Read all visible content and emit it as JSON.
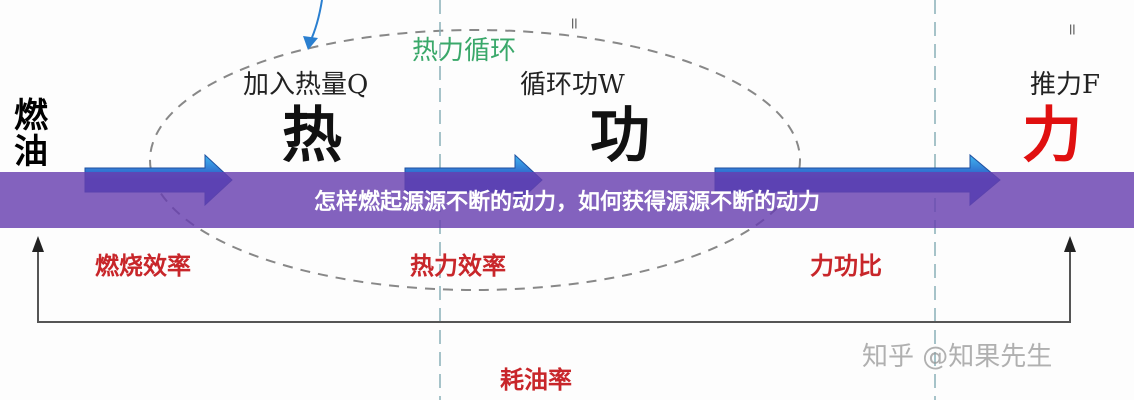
{
  "diagram": {
    "cycle_label": "热力循环",
    "heat_input": "加入热量Q",
    "cycle_work": "循环功W",
    "thrust": "推力F",
    "fuel": "燃油",
    "heat": "热",
    "work": "功",
    "force": "力",
    "combustion_efficiency": "燃烧效率",
    "thermal_efficiency": "热力效率",
    "force_work_ratio": "力功比",
    "fuel_consumption_rate": "耗油率",
    "equals_sign": "="
  },
  "banner": {
    "title": "怎样燃起源源不断的动力，如何获得源源不断的动力"
  },
  "watermark": "知乎 @知果先生",
  "colors": {
    "banner": "#6840b0",
    "arrow": "#2a4fc0",
    "red_text": "#c8262a",
    "green_text": "#3aa86a"
  }
}
